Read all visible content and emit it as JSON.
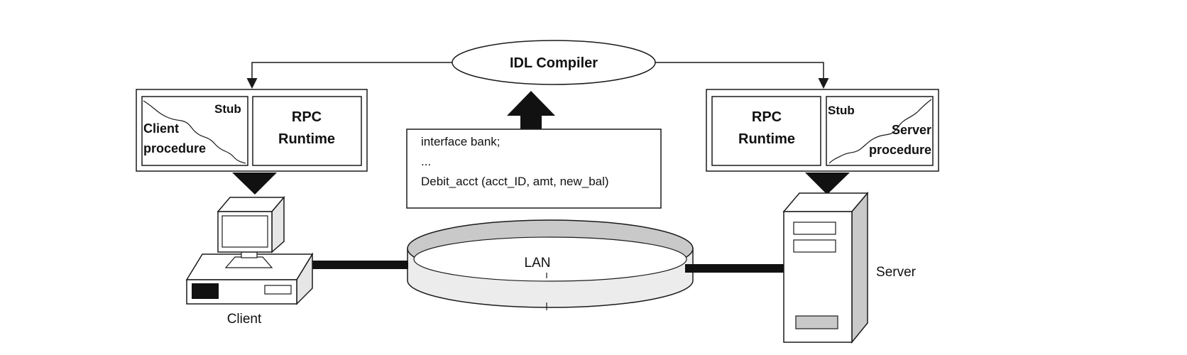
{
  "compiler": {
    "label": "IDL Compiler"
  },
  "client_box": {
    "stub_label": "Stub",
    "procedure_line1": "Client",
    "procedure_line2": "procedure",
    "runtime_line1": "RPC",
    "runtime_line2": "Runtime"
  },
  "server_box": {
    "stub_label": "Stub",
    "procedure_line1": "Server",
    "procedure_line2": "procedure",
    "runtime_line1": "RPC",
    "runtime_line2": "Runtime"
  },
  "interface_code": {
    "line1": "interface bank;",
    "line2": "...",
    "line3": "Debit_acct (acct_ID, amt, new_bal)"
  },
  "network": {
    "label": "LAN"
  },
  "client_label": "Client",
  "server_label": "Server",
  "colors": {
    "stroke": "#1a1a1a",
    "fill_gray": "#c9c9c9",
    "fill_light": "#ececec",
    "background": "#ffffff"
  }
}
